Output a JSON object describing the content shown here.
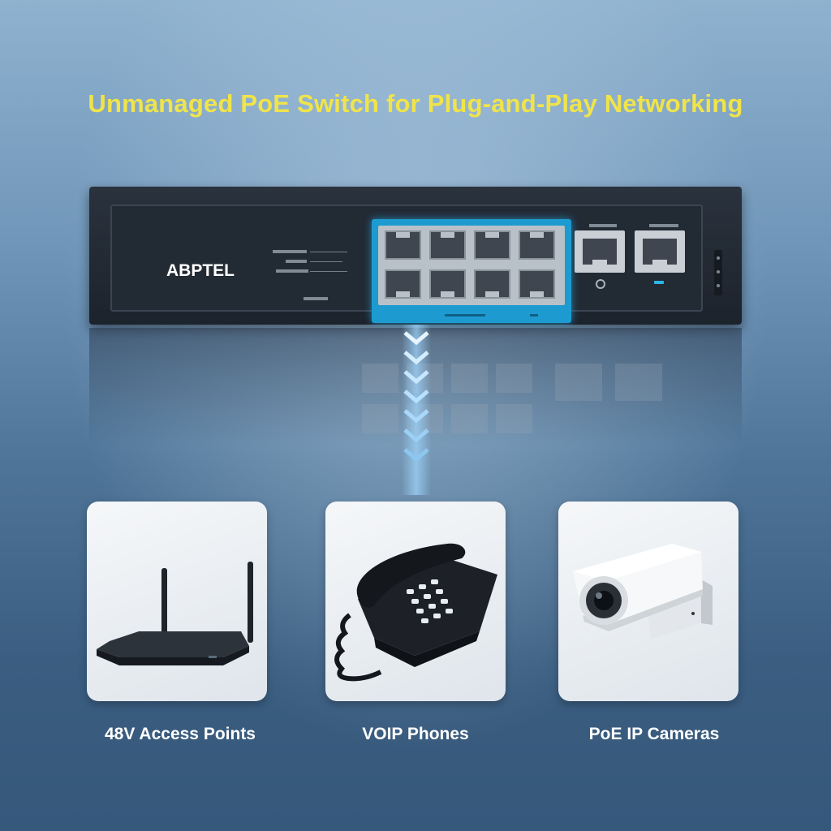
{
  "headline": "Unmanaged PoE Switch for Plug-and-Play Networking",
  "switch": {
    "brand": "ABPTEL"
  },
  "devices": [
    {
      "label": "48V Access Points",
      "icon": "access-point-router-icon"
    },
    {
      "label": "VOIP Phones",
      "icon": "desk-phone-icon"
    },
    {
      "label": "PoE IP Cameras",
      "icon": "ip-camera-icon"
    }
  ],
  "colors": {
    "headline": "#f0e44a",
    "port_panel_highlight": "#1d9bd1",
    "background_top": "#8fb2cf",
    "background_bottom": "#35587b"
  }
}
